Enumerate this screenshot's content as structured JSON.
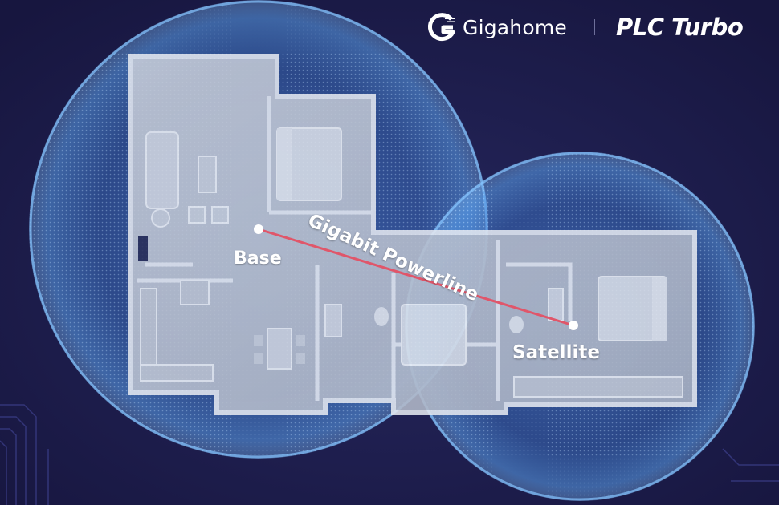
{
  "brand": {
    "name": "Gigahome",
    "product": "PLC Turbo",
    "logo_icon": "g-swoosh-icon"
  },
  "nodes": {
    "base": "Base",
    "satellite": "Satellite"
  },
  "link": {
    "label": "Gigabit Powerline",
    "color": "#e0566a"
  },
  "colors": {
    "background": "#1b1a48",
    "coverage": "#6fb4ff"
  }
}
